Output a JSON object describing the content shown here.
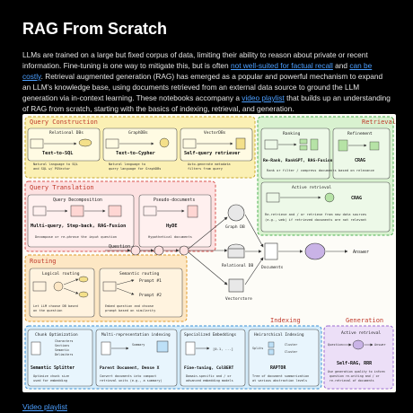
{
  "page": {
    "title": "RAG From Scratch",
    "intro": {
      "p1": "LLMs are trained on a large but fixed corpus of data, limiting their ability to reason about private or recent information. Fine-tuning is one way to mitigate this, but is often ",
      "link1": "not well-suited for factual recall",
      "p2": " and ",
      "link2": "can be costly",
      "p3": ". Retrieval augmented generation (RAG) has emerged as a popular and powerful mechanism to expand an LLM's knowledge base, using documents retrieved from an external data source to ground the LLM generation via in-context learning. These notebooks accompany a ",
      "link3": "video playlist",
      "p4": " that builds up an understanding of RAG from scratch, starting with the basics of indexing, retrieval, and generation."
    },
    "footer_link": "Video playlist"
  },
  "diagram": {
    "sections": {
      "query_construction": "Query Construction",
      "query_translation": "Query Translation",
      "routing": "Routing",
      "retrieval": "Retrieval",
      "indexing": "Indexing",
      "generation": "Generation"
    },
    "construction": {
      "relational": "Relational DBs",
      "graph": "GraphDBs",
      "vector": "VectorDBs",
      "text_sql": "Text-to-SQL",
      "text_sql_desc1": "Natural language to SQL",
      "text_sql_desc2": "and SQL w/ PGVector",
      "text_cypher": "Text-to-Cypher",
      "text_cypher_desc1": "Natural language to",
      "text_cypher_desc2": "query language for GraphDBs",
      "self_query": "Self-query retriever",
      "self_query_desc1": "Auto-generate metadata",
      "self_query_desc2": "filters from query"
    },
    "translation": {
      "decomposition": "Query Decomposition",
      "pseudo_docs": "Pseudo-documents",
      "multi_query": "Multi-query, Step-back, RAG-Fusion",
      "multi_query_desc": "Decompose or re-phrase the input question",
      "hyde": "HyDE",
      "hyde_desc": "Hypothetical documents"
    },
    "routing": {
      "logical": "Logical routing",
      "semantic": "Semantic routing",
      "prompt1": "Prompt #1",
      "prompt2": "Prompt #2",
      "logical_desc1": "Let LLM choose DB based",
      "logical_desc2": "on the question",
      "semantic_desc1": "Embed question and choose",
      "semantic_desc2": "prompt based on similarity"
    },
    "center": {
      "question": "Question",
      "graph_db": "Graph DB",
      "relational_db": "Relational DB",
      "vectorstore": "Vectorstore",
      "documents": "Documents",
      "answer": "Answer"
    },
    "retrieval": {
      "ranking": "Ranking",
      "refinement": "Refinement",
      "rerank": "Re-Rank, RankGPT, RAG-Fusion",
      "crag": "CRAG",
      "rerank_desc": "Rank or filter / compress documents based on relevance",
      "active": "Active retrieval",
      "crag2": "CRAG",
      "active_desc1": "Re-retrieve and / or retrieve from new data sources",
      "active_desc2": "(e.g., web) if retrieved documents are not relevant"
    },
    "indexing": {
      "chunk": "Chunk Optimization",
      "multi_rep": "Multi-representation indexing",
      "specialized": "Specialized Embeddings",
      "hierarchical": "Heirarchical Indexing",
      "semantic_splitter": "Semantic Splitter",
      "parent_doc": "Parent Document, Dense X",
      "finetune": "Fine-tuning, ColBERT",
      "raptor": "RAPTOR",
      "chunk_desc1": "Optimize chunk size",
      "chunk_desc2": "used for embedding",
      "multi_desc1": "Convert documents into compact",
      "multi_desc2": "retrieval units (e.g., a summary)",
      "spec_desc1": "Domain-specific and / or",
      "spec_desc2": "advanced embedding models",
      "raptor_desc1": "Tree of document summarization",
      "raptor_desc2": "at various abstraction levels",
      "chars": "Characters",
      "sections": "Sections",
      "semantic_m": "Semantic",
      "delimiters": "Delimiters",
      "summary": "Summary",
      "splits": "Splits",
      "cluster": "Cluster",
      "vec": "[0.1, ...]"
    },
    "generation": {
      "active": "Active retrieval",
      "self_rag": "Self-RAG, RRR",
      "desc1": "Use generation quality to inform",
      "desc2": "question re-writing and / or",
      "desc3": "re-retrieval of documents",
      "question": "Question",
      "answer": "Answer"
    }
  }
}
